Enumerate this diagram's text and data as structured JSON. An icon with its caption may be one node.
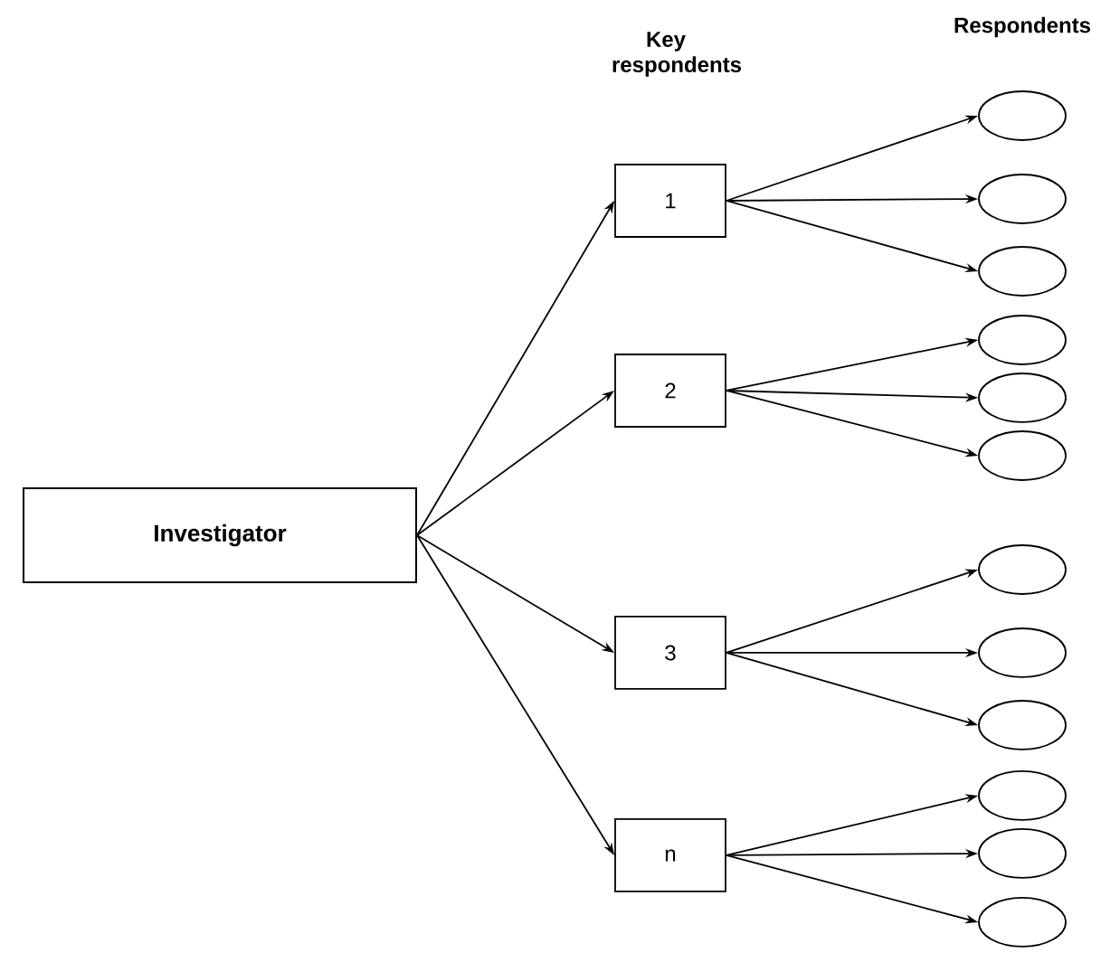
{
  "diagram": {
    "nodes": [
      {
        "text": [
          "Investigator"
        ]
      },
      {
        "text": [
          "1"
        ]
      },
      {
        "text": [
          "2"
        ]
      },
      {
        "text": [
          "3"
        ]
      },
      {
        "text": [
          "n"
        ]
      },
      {
        "text": [],
        "shape": "ellipse"
      },
      {
        "text": [],
        "shape": "ellipse"
      },
      {
        "text": [],
        "shape": "ellipse"
      },
      {
        "text": [],
        "shape": "ellipse"
      },
      {
        "text": [],
        "shape": "ellipse"
      },
      {
        "text": [],
        "shape": "ellipse"
      },
      {
        "text": [],
        "shape": "ellipse"
      },
      {
        "text": [],
        "shape": "ellipse"
      },
      {
        "text": [],
        "shape": "ellipse"
      },
      {
        "text": [],
        "shape": "ellipse"
      },
      {
        "text": [],
        "shape": "ellipse"
      },
      {
        "text": [],
        "shape": "ellipse"
      }
    ],
    "edges": [
      {
        "from": 0,
        "to": 1,
        "arrow": "to"
      },
      {
        "from": 0,
        "to": 2,
        "arrow": "to"
      },
      {
        "from": 0,
        "to": 3,
        "arrow": "to"
      },
      {
        "from": 0,
        "to": 4,
        "arrow": "to"
      },
      {
        "from": 1,
        "to": 5,
        "arrow": "to"
      },
      {
        "from": 1,
        "to": 6,
        "arrow": "to"
      },
      {
        "from": 1,
        "to": 7,
        "arrow": "to"
      },
      {
        "from": 2,
        "to": 8,
        "arrow": "to"
      },
      {
        "from": 2,
        "to": 9,
        "arrow": "to"
      },
      {
        "from": 2,
        "to": 10,
        "arrow": "to"
      },
      {
        "from": 3,
        "to": 11,
        "arrow": "to"
      },
      {
        "from": 3,
        "to": 12,
        "arrow": "to"
      },
      {
        "from": 3,
        "to": 13,
        "arrow": "to"
      },
      {
        "from": 4,
        "to": 14,
        "arrow": "to"
      },
      {
        "from": 4,
        "to": 15,
        "arrow": "to"
      },
      {
        "from": 4,
        "to": 16,
        "arrow": "to"
      }
    ],
    "labels": [
      "Respondents",
      "Key respondents"
    ]
  }
}
